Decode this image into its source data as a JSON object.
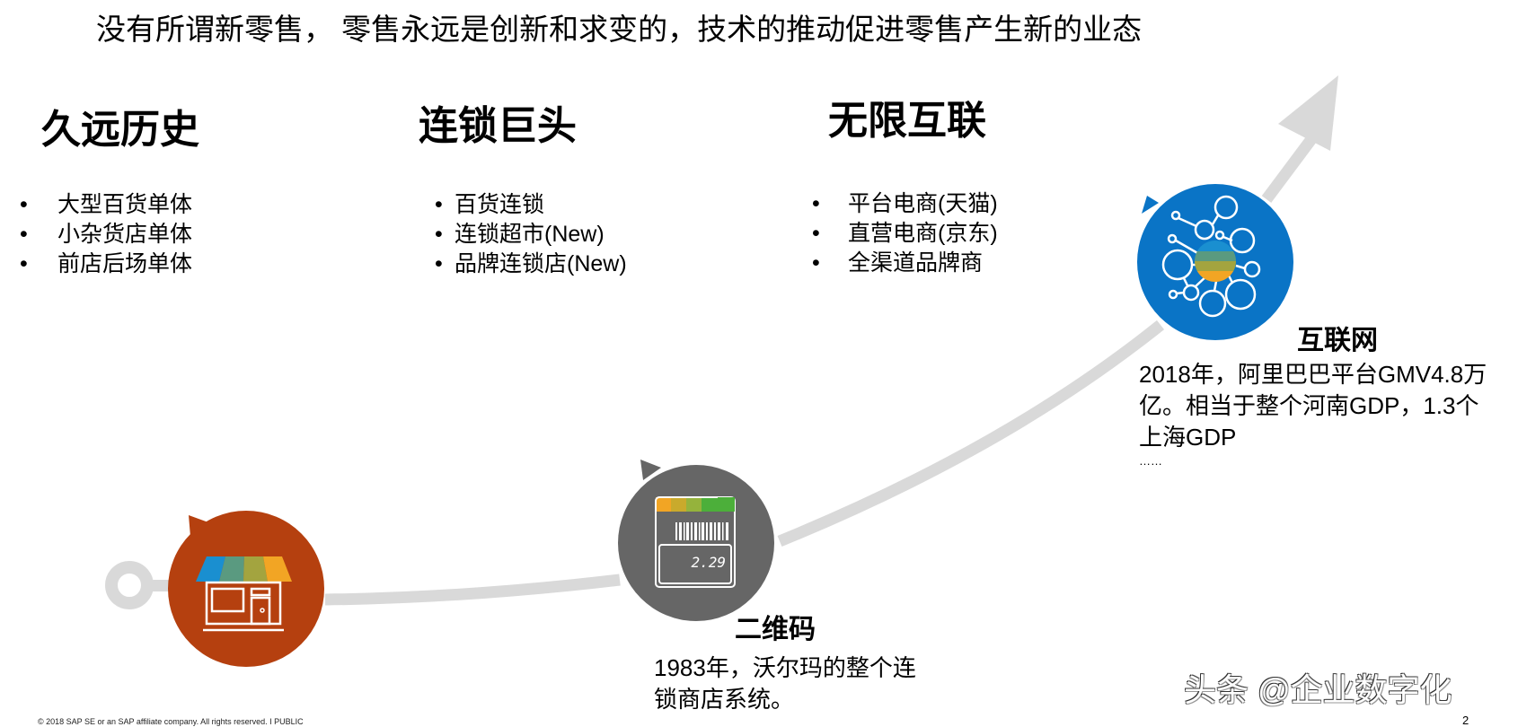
{
  "slide": {
    "title": "没有所谓新零售， 零售永远是创新和求变的，技术的推动促进零售产生新的业态",
    "page_number": "2",
    "footer": "© 2018 SAP SE or an SAP affiliate company. All rights reserved.  I   PUBLIC",
    "watermark": "头条 @企业数字化"
  },
  "eras": [
    {
      "title": "久远历史",
      "bullets": [
        "大型百货单体",
        "小杂货店单体",
        "前店后场单体"
      ]
    },
    {
      "title": "连锁巨头",
      "bullets": [
        "百货连锁",
        "连锁超市(New)",
        "品牌连锁店(New)"
      ]
    },
    {
      "title": "无限互联",
      "bullets": [
        "平台电商(天猫)",
        "直营电商(京东)",
        "全渠道品牌商"
      ]
    }
  ],
  "bullet_char": "•",
  "milestones": [
    {
      "icon": "storefront-icon",
      "color": "#b5400f",
      "title": "",
      "description": []
    },
    {
      "icon": "barcode-scanner-icon",
      "color": "#666666",
      "title": "二维码",
      "description": [
        "1983年，沃尔玛的整个连",
        "锁商店系统。"
      ],
      "scanner_display": "2.29"
    },
    {
      "icon": "network-icon",
      "color": "#0a74c6",
      "title": "互联网",
      "description": [
        "2018年，阿里巴巴平台GMV4.8万",
        "亿。相当于整个河南GDP，1.3个",
        "上海GDP",
        "……"
      ]
    }
  ],
  "colors": {
    "path": "#d9d9d9",
    "stripe_blue": "#1a8fd0",
    "stripe_teal": "#5a9a80",
    "stripe_olive": "#a3a43f",
    "stripe_orange": "#f2a524",
    "stripe_green": "#4caf3a"
  }
}
